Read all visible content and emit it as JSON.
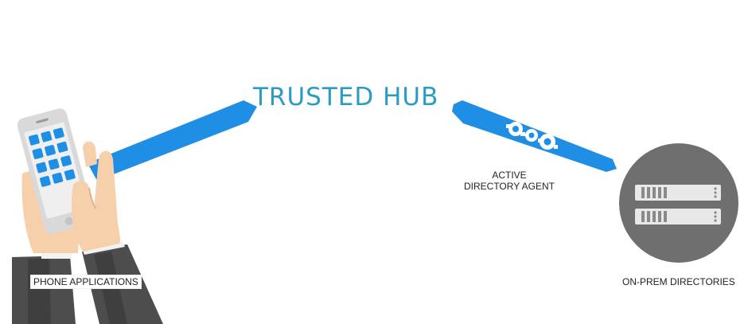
{
  "diagram": {
    "title": "TRUSTED HUB",
    "agent_label_line1": "ACTIVE",
    "agent_label_line2": "DIRECTORY AGENT",
    "server_label": "ON-PREM DIRECTORIES",
    "phone_label": "PHONE APPLICATIONS"
  },
  "colors": {
    "title": "#2a9bc2",
    "connector": "#1f8fe5",
    "server_circle": "#6f6f6f",
    "server_unit": "#e8e8e8",
    "app_tile": "#1f8fe5",
    "skin": "#f6cfab",
    "sleeve": "#4d4d4d"
  },
  "icons": [
    "phone-icon",
    "hands-icon",
    "server-icon",
    "gear-icon"
  ]
}
